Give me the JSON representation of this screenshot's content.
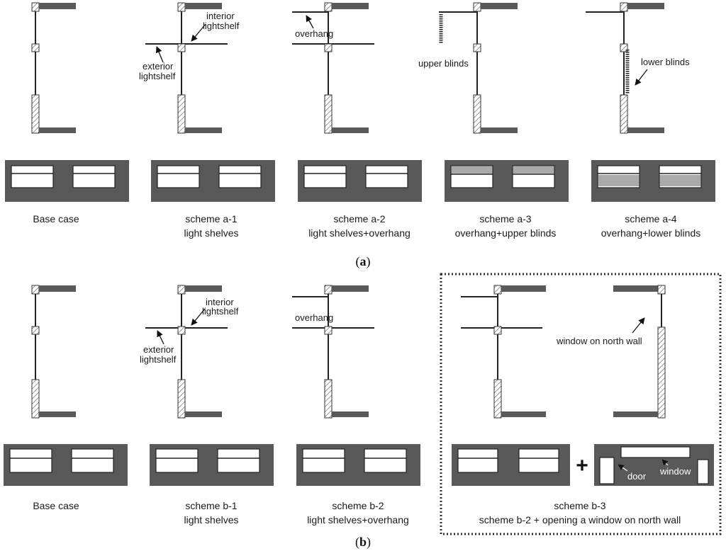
{
  "colors": {
    "wall": "#595959",
    "line": "#222222",
    "hatch": "#555555",
    "paper": "#ffffff"
  },
  "panel_a": {
    "caption_open": "(",
    "caption_letter": "a",
    "caption_close": ")",
    "schemes": [
      {
        "name": "Base case",
        "desc": ""
      },
      {
        "name": "scheme a-1",
        "desc": "light shelves"
      },
      {
        "name": "scheme a-2",
        "desc": "light shelves+overhang"
      },
      {
        "name": "scheme a-3",
        "desc": "overhang+upper blinds"
      },
      {
        "name": "scheme a-4",
        "desc": "overhang+lower blinds"
      }
    ],
    "annotations": {
      "interior_1": "interior",
      "interior_2": "lightshelf",
      "exterior_1": "exterior",
      "exterior_2": "lightshelf",
      "overhang": "overhang",
      "upper_blinds": "upper blinds",
      "lower_blinds": "lower blinds"
    }
  },
  "panel_b": {
    "caption_open": "(",
    "caption_letter": "b",
    "caption_close": ")",
    "schemes": [
      {
        "name": "Base case",
        "desc": ""
      },
      {
        "name": "scheme b-1",
        "desc": "light shelves"
      },
      {
        "name": "scheme b-2",
        "desc": "light shelves+overhang"
      },
      {
        "name": "scheme b-3",
        "desc": "scheme b-2 + opening а window on north wall"
      }
    ],
    "annotations": {
      "interior_1": "interior",
      "interior_2": "lightshelf",
      "exterior_1": "exterior",
      "exterior_2": "lightshelf",
      "overhang": "overhang",
      "north_window": "window on north wall",
      "plus": "+",
      "door": "door",
      "window": "window"
    }
  }
}
